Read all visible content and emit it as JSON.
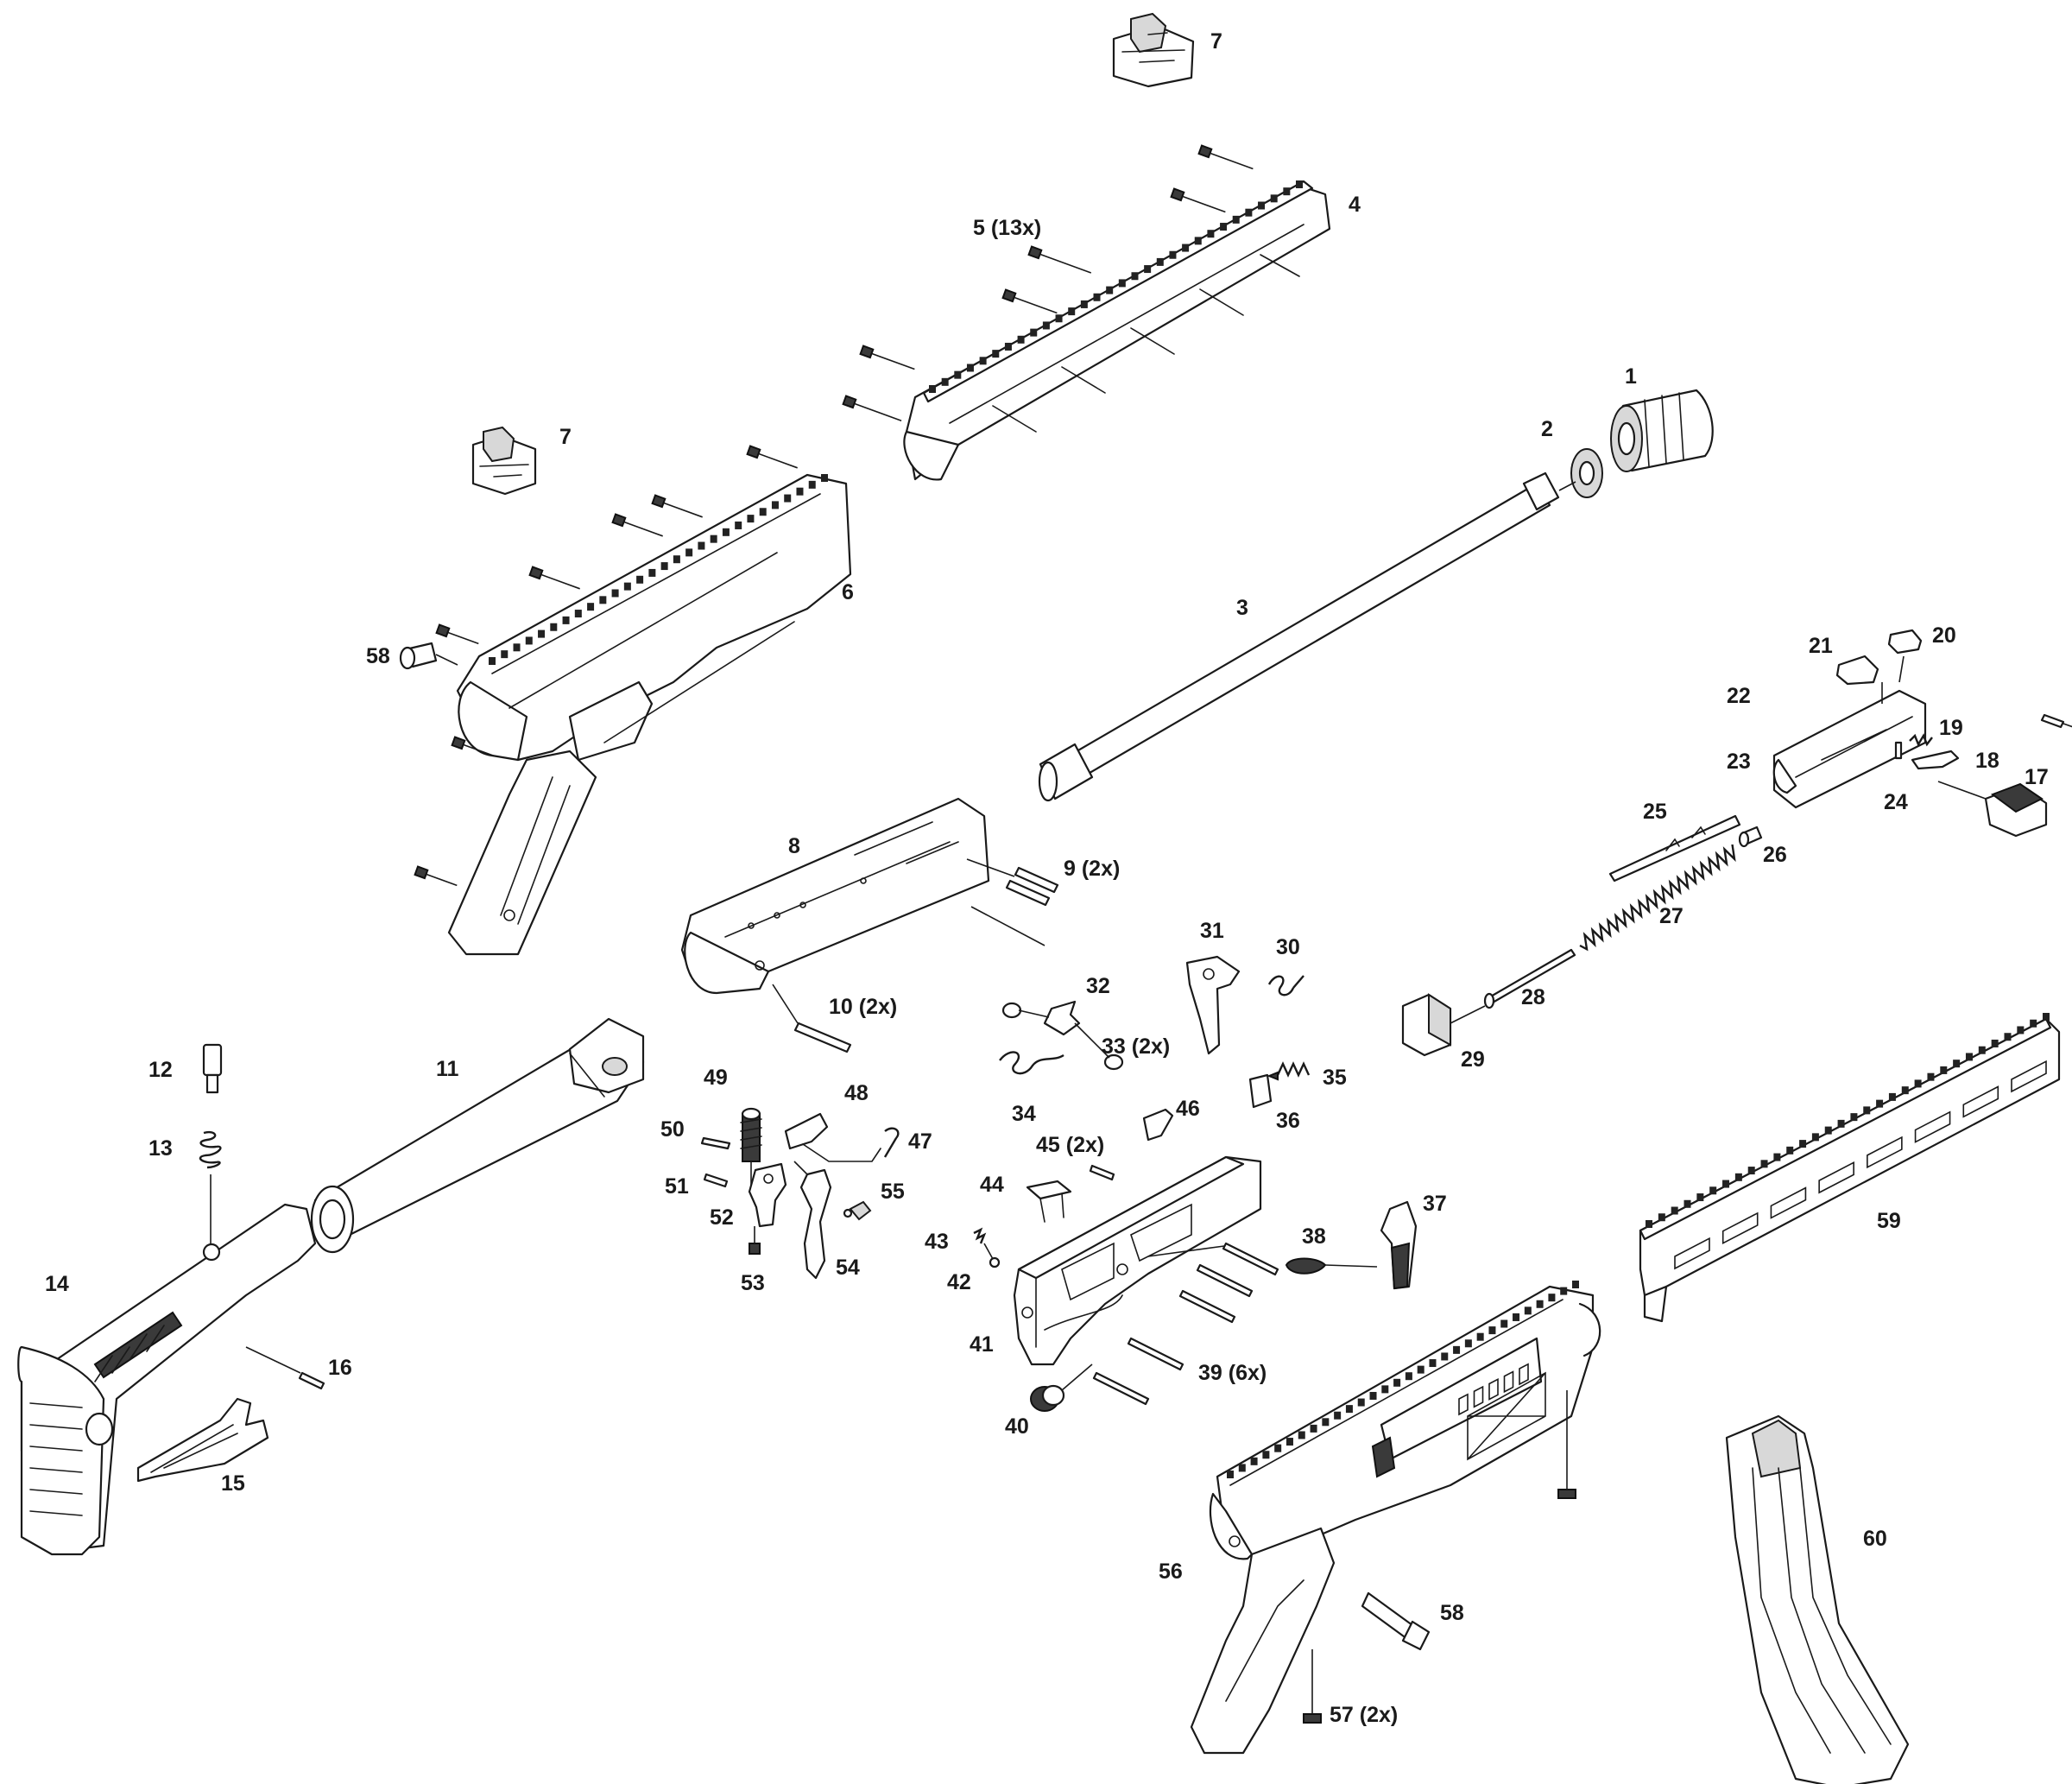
{
  "callouts": [
    {
      "id": "1",
      "label": "1"
    },
    {
      "id": "2",
      "label": "2"
    },
    {
      "id": "3",
      "label": "3"
    },
    {
      "id": "4",
      "label": "4"
    },
    {
      "id": "5",
      "label": "5 (13x)"
    },
    {
      "id": "6",
      "label": "6"
    },
    {
      "id": "7a",
      "label": "7"
    },
    {
      "id": "7b",
      "label": "7"
    },
    {
      "id": "8",
      "label": "8"
    },
    {
      "id": "9",
      "label": "9 (2x)"
    },
    {
      "id": "10",
      "label": "10 (2x)"
    },
    {
      "id": "11",
      "label": "11"
    },
    {
      "id": "12",
      "label": "12"
    },
    {
      "id": "13",
      "label": "13"
    },
    {
      "id": "14",
      "label": "14"
    },
    {
      "id": "15",
      "label": "15"
    },
    {
      "id": "16",
      "label": "16"
    },
    {
      "id": "17",
      "label": "17"
    },
    {
      "id": "18",
      "label": "18"
    },
    {
      "id": "19",
      "label": "19"
    },
    {
      "id": "20",
      "label": "20"
    },
    {
      "id": "21",
      "label": "21"
    },
    {
      "id": "22",
      "label": "22"
    },
    {
      "id": "23",
      "label": "23"
    },
    {
      "id": "24",
      "label": "24"
    },
    {
      "id": "25",
      "label": "25"
    },
    {
      "id": "26",
      "label": "26"
    },
    {
      "id": "27",
      "label": "27"
    },
    {
      "id": "28",
      "label": "28"
    },
    {
      "id": "29",
      "label": "29"
    },
    {
      "id": "30",
      "label": "30"
    },
    {
      "id": "31",
      "label": "31"
    },
    {
      "id": "32",
      "label": "32"
    },
    {
      "id": "33",
      "label": "33 (2x)"
    },
    {
      "id": "34",
      "label": "34"
    },
    {
      "id": "35",
      "label": "35"
    },
    {
      "id": "36",
      "label": "36"
    },
    {
      "id": "37",
      "label": "37"
    },
    {
      "id": "38",
      "label": "38"
    },
    {
      "id": "39",
      "label": "39 (6x)"
    },
    {
      "id": "40",
      "label": "40"
    },
    {
      "id": "41",
      "label": "41"
    },
    {
      "id": "42",
      "label": "42"
    },
    {
      "id": "43",
      "label": "43"
    },
    {
      "id": "44",
      "label": "44"
    },
    {
      "id": "45",
      "label": "45 (2x)"
    },
    {
      "id": "46",
      "label": "46"
    },
    {
      "id": "47",
      "label": "47"
    },
    {
      "id": "48",
      "label": "48"
    },
    {
      "id": "49",
      "label": "49"
    },
    {
      "id": "50",
      "label": "50"
    },
    {
      "id": "51",
      "label": "51"
    },
    {
      "id": "52",
      "label": "52"
    },
    {
      "id": "53",
      "label": "53"
    },
    {
      "id": "54",
      "label": "54"
    },
    {
      "id": "55",
      "label": "55"
    },
    {
      "id": "56",
      "label": "56"
    },
    {
      "id": "57",
      "label": "57 (2x)"
    },
    {
      "id": "58a",
      "label": "58"
    },
    {
      "id": "58b",
      "label": "58"
    },
    {
      "id": "59",
      "label": "59"
    },
    {
      "id": "60",
      "label": "60"
    }
  ]
}
